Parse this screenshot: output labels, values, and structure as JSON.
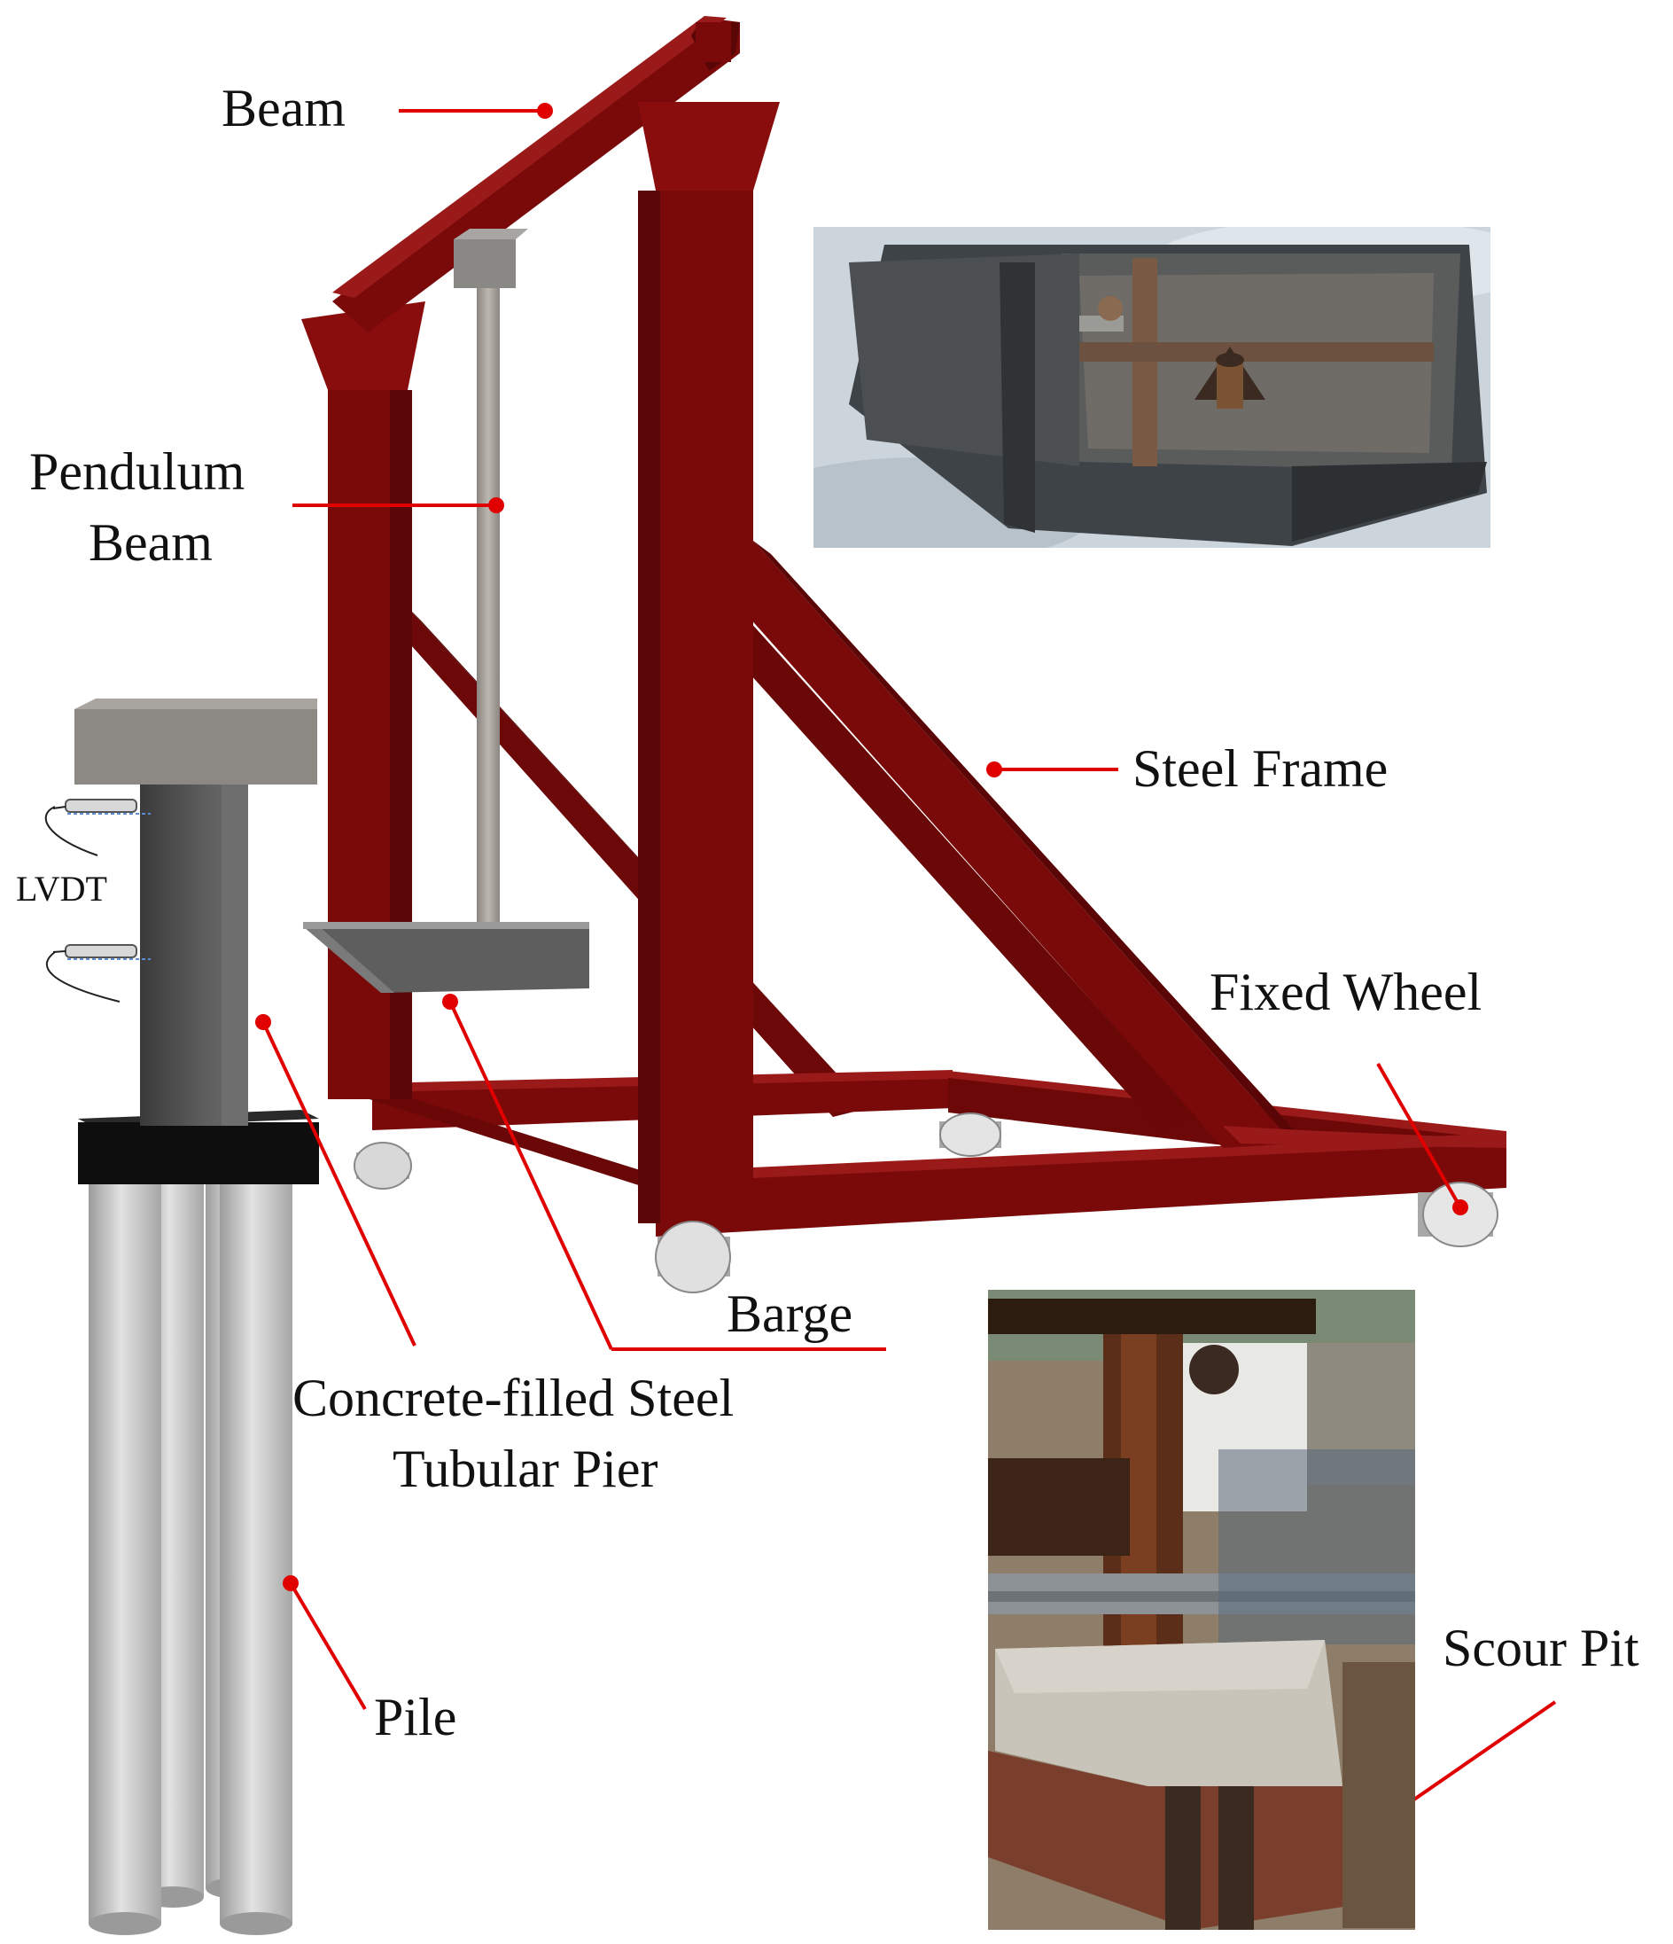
{
  "labels": {
    "beam": "Beam",
    "pendulum_beam_line1": "Pendulum",
    "pendulum_beam_line2": "Beam",
    "steel_frame": "Steel Frame",
    "lvdt": "LVDT",
    "fixed_wheel": "Fixed Wheel",
    "barge": "Barge",
    "pier_line1": "Concrete-filled Steel",
    "pier_line2": "Tubular Pier",
    "pile": "Pile",
    "scour_pit": "Scour Pit"
  },
  "colors": {
    "frame": "#7a0a0a",
    "frame_dark": "#4e0505",
    "frame_light": "#9a1a1a",
    "leader": "#e00000",
    "pier": "#555555",
    "pile_cap": "#111111",
    "pile": "#c4c4c4",
    "cap_beam": "#8e8a86"
  },
  "figure": {
    "model_3d": "pendulum-impact-apparatus-render",
    "photo_barge": "barge-photo",
    "photo_scour_pit": "scour-pit-photo"
  }
}
